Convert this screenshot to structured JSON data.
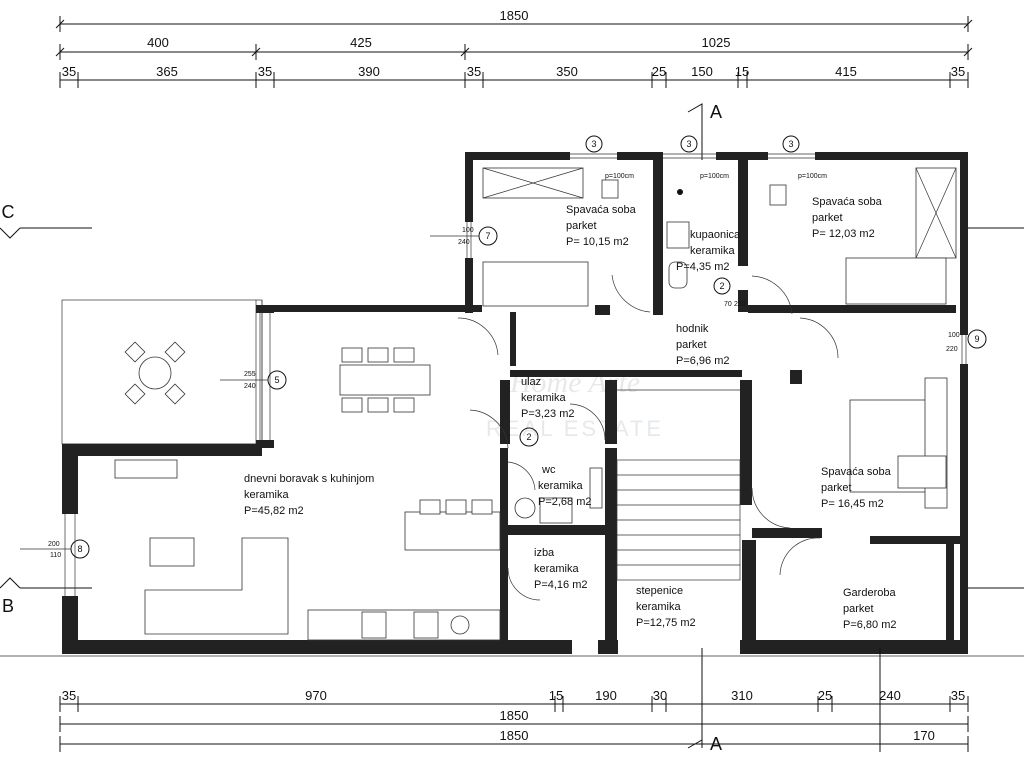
{
  "dimensions": {
    "top_total": "1850",
    "top_level2": [
      "400",
      "425",
      "1025"
    ],
    "top_level3": [
      "35",
      "365",
      "35",
      "390",
      "35",
      "350",
      "25",
      "150",
      "15",
      "415",
      "35"
    ],
    "bottom_level1": [
      "35",
      "970",
      "15",
      "190",
      "30",
      "310",
      "25",
      "240",
      "35"
    ],
    "bottom_total_1": "1850",
    "bottom_total_2": "1850",
    "bottom_extra": "170"
  },
  "sections": {
    "a_top": "A",
    "a_bottom": "A",
    "b": "B",
    "c": "C"
  },
  "rooms": {
    "bedroom1": {
      "name": "Spavaća soba",
      "floor": "parket",
      "area": "P= 10,15 m2"
    },
    "bathroom": {
      "name": "kupaonica",
      "floor": "keramika",
      "area": "P=4,35 m2"
    },
    "bedroom2": {
      "name": "Spavaća soba",
      "floor": "parket",
      "area": "P= 12,03 m2"
    },
    "hallway": {
      "name": "hodnik",
      "floor": "parket",
      "area": "P=6,96 m2"
    },
    "entry": {
      "name": "ulaz",
      "floor": "keramika",
      "area": "P=3,23 m2"
    },
    "wc": {
      "name": "wc",
      "floor": "keramika",
      "area": "P=2,68 m2"
    },
    "living": {
      "name": "dnevni boravak s kuhinjom",
      "floor": "keramika",
      "area": "P=45,82 m2"
    },
    "bedroom3": {
      "name": "Spavaća soba",
      "floor": "parket",
      "area": "P= 16,45 m2"
    },
    "pantry": {
      "name": "izba",
      "floor": "keramika",
      "area": "P=4,16 m2"
    },
    "stairs": {
      "name": "stepenice",
      "floor": "keramika",
      "area": "P=12,75 m2"
    },
    "wardrobe": {
      "name": "Garderoba",
      "floor": "parket",
      "area": "P=6,80 m2"
    }
  },
  "window_tags": {
    "w3": "3",
    "w7": "7",
    "w5": "5",
    "w8": "8",
    "w9": "9",
    "d2": "2"
  },
  "window_dims": {
    "w7": [
      "100",
      "240"
    ],
    "w5": [
      "255",
      "240"
    ],
    "w8": [
      "200",
      "110"
    ],
    "w9": [
      "100",
      "220"
    ],
    "bath": [
      "70",
      "210"
    ]
  },
  "sill_note": "p=100cm",
  "watermark": {
    "line1": "Home Arte",
    "line2": "REAL ESTATE"
  }
}
